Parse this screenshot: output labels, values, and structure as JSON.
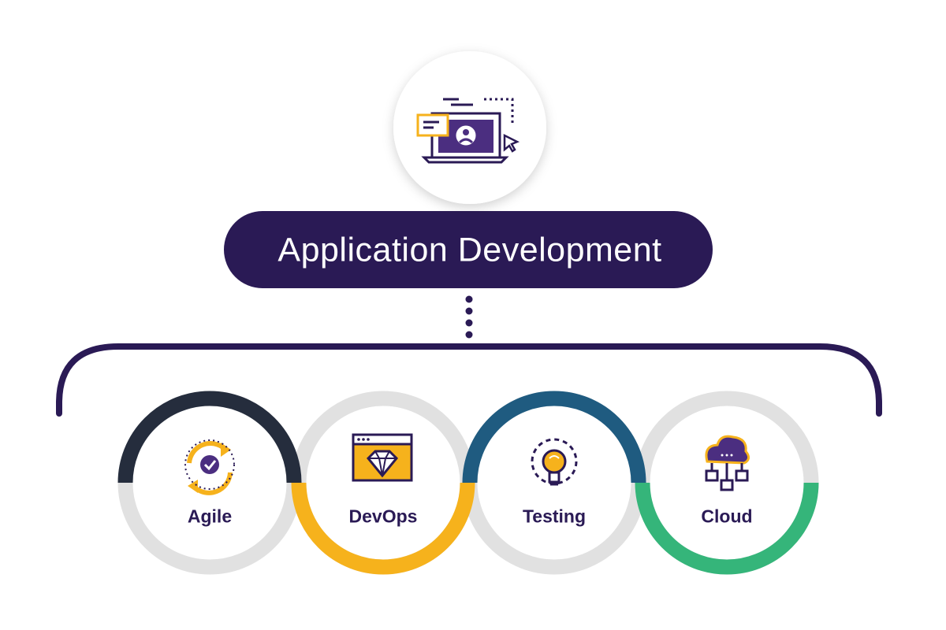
{
  "title": "Application Development",
  "nodes": [
    {
      "label": "Agile",
      "icon": "agile-cycle-icon",
      "accent": "#252d3d",
      "accent_side": "top"
    },
    {
      "label": "DevOps",
      "icon": "devops-diamond-icon",
      "accent": "#f6b21c",
      "accent_side": "bottom"
    },
    {
      "label": "Testing",
      "icon": "testing-bulb-gear-icon",
      "accent": "#1f5b80",
      "accent_side": "top"
    },
    {
      "label": "Cloud",
      "icon": "cloud-network-icon",
      "accent": "#35b57a",
      "accent_side": "bottom"
    }
  ],
  "colors": {
    "primary": "#2a1a55",
    "ring_gray": "#e1e1e1",
    "yellow": "#f6b21c",
    "white": "#ffffff"
  },
  "header_icon": "laptop-developer-icon"
}
